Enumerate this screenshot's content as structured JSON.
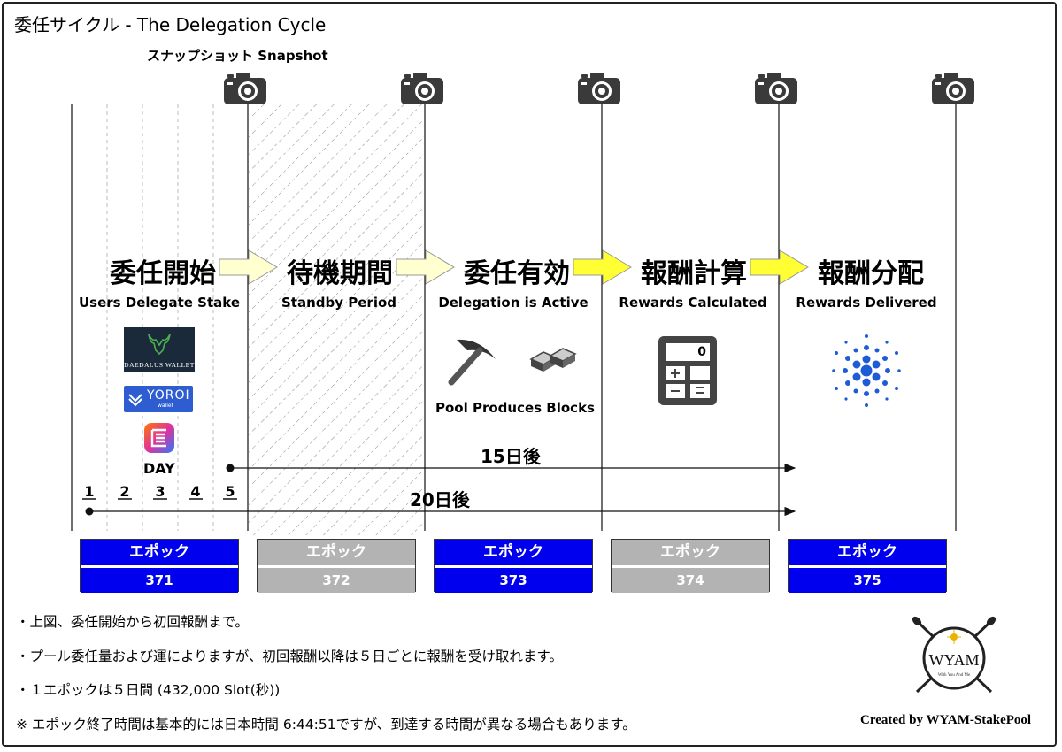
{
  "title": "委任サイクル - The Delegation Cycle",
  "snapshot_label": "スナップショット Snapshot",
  "phases": [
    {
      "title": "委任開始",
      "subtitle": "Users Delegate Stake"
    },
    {
      "title": "待機期間",
      "subtitle": "Standby Period"
    },
    {
      "title": "委任有効",
      "subtitle": "Delegation is Active"
    },
    {
      "title": "報酬計算",
      "subtitle": "Rewards Calculated"
    },
    {
      "title": "報酬分配",
      "subtitle": "Rewards Delivered"
    }
  ],
  "wallets": {
    "daedalus": "DAEDALUS WALLET",
    "yoroi": "YOROI",
    "yoroi_sub": "wallet"
  },
  "pool_produces_blocks": "Pool Produces Blocks",
  "calculator_display": "0",
  "day_label": "DAY",
  "days": [
    "1",
    "2",
    "3",
    "4",
    "5"
  ],
  "span_15": "15日後",
  "span_20": "20日後",
  "epochs": [
    {
      "label": "エポック",
      "number": "371",
      "color": "#0000ee"
    },
    {
      "label": "エポック",
      "number": "372",
      "color": "#b3b3b3"
    },
    {
      "label": "エポック",
      "number": "373",
      "color": "#0000ee"
    },
    {
      "label": "エポック",
      "number": "374",
      "color": "#b3b3b3"
    },
    {
      "label": "エポック",
      "number": "375",
      "color": "#0000ee"
    }
  ],
  "notes": [
    "・上図、委任開始から初回報酬まで。",
    "・プール委任量および運によりますが、初回報酬以降は５日ごとに報酬を受け取れます。",
    "・１エポックは５日間 (432,000 Slot(秒))",
    "※  エポック終了時間は基本的には日本時間 6:44:51ですが、到達する時間が異なる場合もあります。"
  ],
  "logo": {
    "name": "WYAM",
    "tagline": "With You And Me"
  },
  "credit": "Created by WYAM-StakePool",
  "colors": {
    "arrow": "#ffff33",
    "arrow_light": "#ffffd0",
    "cardano": "#1e5bd6",
    "epoch_blue": "#0000ee",
    "epoch_gray": "#b3b3b3"
  }
}
